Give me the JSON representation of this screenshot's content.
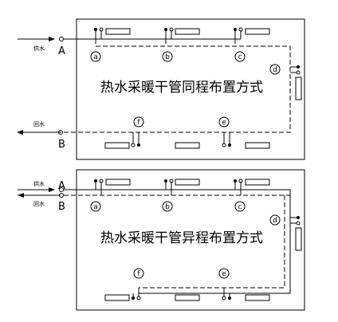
{
  "diagrams": [
    {
      "title": "热水采暖干管同程布置方式",
      "supply_label": "供水",
      "return_label": "回水",
      "port_supply": "A",
      "port_return": "B",
      "nodes": [
        "a",
        "b",
        "c",
        "d",
        "e",
        "f"
      ]
    },
    {
      "title": "热水采暖干管异程布置方式",
      "supply_label": "供水",
      "return_label": "回水",
      "port_supply": "A",
      "port_return": "B",
      "nodes": [
        "a",
        "b",
        "c",
        "d",
        "e",
        "f"
      ]
    }
  ]
}
